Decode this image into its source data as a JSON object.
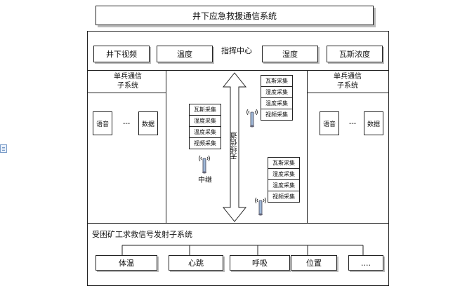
{
  "title": "井下应急救援通信系统",
  "command": {
    "label": "指挥中心",
    "buttons": [
      "井下视频",
      "温度",
      "湿度",
      "瓦斯浓度"
    ]
  },
  "soldier": {
    "title_line1": "单兵通信",
    "title_line2": "子系统",
    "voice": "语音",
    "dash": "---",
    "data": "数据"
  },
  "channel": {
    "label": "无线信道",
    "relay": "中继",
    "sensors": [
      "瓦斯采集",
      "湿度采集",
      "温度采集",
      "视频采集"
    ]
  },
  "trapped": {
    "label": "受困矿工求救信号发射子系统",
    "items": [
      "体温",
      "心跳",
      "呼吸",
      "位置",
      "...."
    ]
  }
}
